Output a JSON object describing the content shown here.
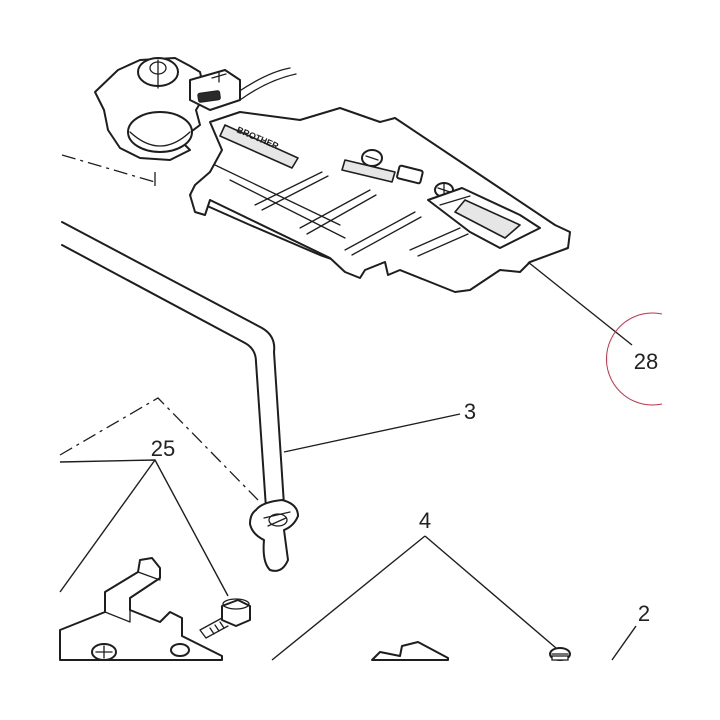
{
  "diagram": {
    "callouts": [
      {
        "id": "28",
        "label": "28"
      },
      {
        "id": "3",
        "label": "3"
      },
      {
        "id": "25",
        "label": "25"
      },
      {
        "id": "4",
        "label": "4"
      },
      {
        "id": "2",
        "label": "2"
      }
    ],
    "embossed_text": "BROTHER",
    "highlight_color": "#c0324a",
    "ink_color": "#1e1e1e"
  }
}
